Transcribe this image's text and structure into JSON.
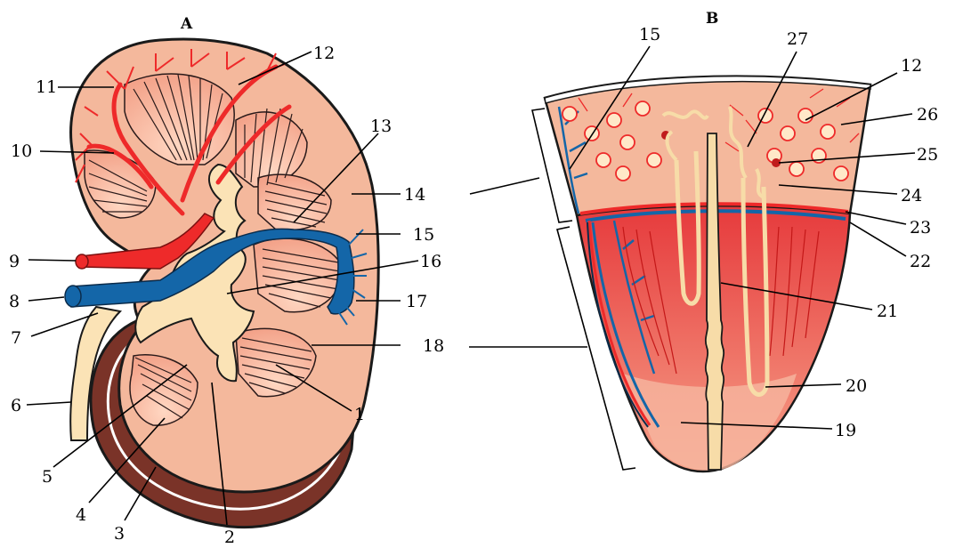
{
  "panels": {
    "a": "A",
    "b": "B"
  },
  "labels": {
    "n1": "1",
    "n2": "2",
    "n3": "3",
    "n4": "4",
    "n5": "5",
    "n6": "6",
    "n7": "7",
    "n8": "8",
    "n9": "9",
    "n10": "10",
    "n11": "11",
    "n12": "12",
    "n13": "13",
    "n14": "14",
    "n15": "15",
    "n16": "16",
    "n17": "17",
    "n18": "18",
    "n19": "19",
    "n20": "20",
    "n21": "21",
    "n22": "22",
    "n23": "23",
    "n24": "24",
    "n25": "25",
    "n26": "26",
    "n27": "27"
  },
  "colors": {
    "cortex": "#f4b89c",
    "medulla": "#e8504f",
    "pelvis": "#fbe3b6",
    "artery": "#ee2a2a",
    "vein": "#1466a8",
    "outline": "#1a1a1a",
    "capsule_edge": "#6b2e24",
    "background": "#ffffff"
  }
}
